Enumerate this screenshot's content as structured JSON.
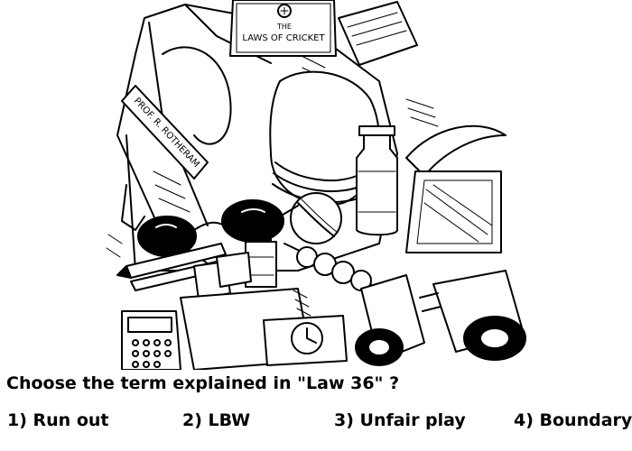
{
  "illustration": {
    "book_title_line1": "THE",
    "book_title_line2": "LAWS OF CRICKET",
    "bag_name_tag": "PROF. R. ROTHERAM"
  },
  "question": {
    "text": "Choose the term explained in \"Law 36\" ?"
  },
  "options": [
    {
      "label": "1) Run out"
    },
    {
      "label": "2) LBW"
    },
    {
      "label": "3) Unfair play"
    },
    {
      "label": "4) Boundary"
    }
  ]
}
